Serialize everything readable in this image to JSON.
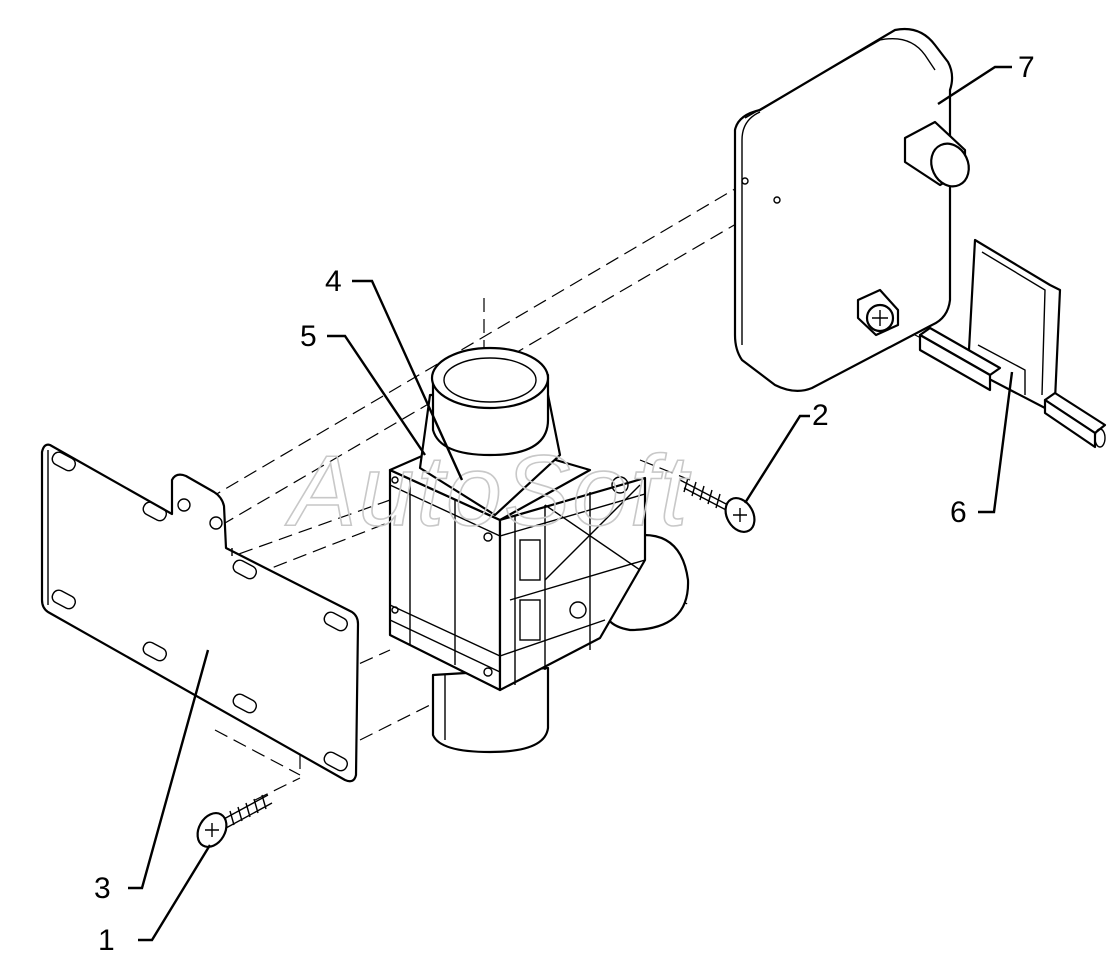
{
  "diagram": {
    "watermark": "AutoSoft",
    "callouts": [
      {
        "id": "1",
        "text": "1"
      },
      {
        "id": "2",
        "text": "2"
      },
      {
        "id": "3",
        "text": "3"
      },
      {
        "id": "4",
        "text": "4"
      },
      {
        "id": "5",
        "text": "5"
      },
      {
        "id": "6",
        "text": "6"
      },
      {
        "id": "7",
        "text": "7"
      }
    ]
  }
}
